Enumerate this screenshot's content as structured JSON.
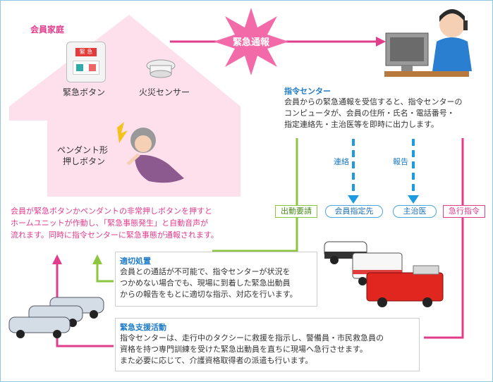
{
  "home": {
    "title": "会員家庭",
    "emergency_button_label": "緊急ボタン",
    "fire_sensor_label": "火災センサー",
    "pendant_label_1": "ペンダント形",
    "pendant_label_2": "押しボタン",
    "description_1": "会員が緊急ボタンかペンダントの非常押しボタンを押すと",
    "description_2": "ホームユニットが作動し、「緊急事態発生」と自動音声が",
    "description_3": "流れます。同時に指令センターに緊急事態が通報されます。",
    "device_badge": "緊 急"
  },
  "starburst_label": "緊急通報",
  "command_center": {
    "title": "指令センター",
    "line_1": "会員からの緊急通報を受信すると、指令センターの",
    "line_2": "コンピュータが、会員の住所・氏名・電話番号・",
    "line_3": "指定連絡先・主治医等を即時に出力します。"
  },
  "flows": {
    "contact": "連絡",
    "report": "報告",
    "member_contact": "会員指定先",
    "doctor": "主治医",
    "dispatch_request": "出動要請",
    "rush_order": "急行指令"
  },
  "proper_response": {
    "title": "適切処置",
    "line_1": "会員との通話が不可能で、指令センターが状況を",
    "line_2": "つかめない場合でも、現場に到着した緊急出動員",
    "line_3": "からの報告をもとに適切な指示、対応を行います。"
  },
  "emergency_support": {
    "title": "緊急支援活動",
    "line_1": "指令センターは、走行中のタクシーに救援を指示し、警備員・市民救急員の",
    "line_2": "資格を持つ専門訓練を受けた緊急出動員を直ちに現場へ急行させます。",
    "line_3": "また必要に応じて、介護資格取得者の派遣も行います。"
  },
  "colors": {
    "pink": "#e23c8c",
    "green": "#8cc63f",
    "blue": "#1e9be0",
    "house": "#fde0ec"
  }
}
